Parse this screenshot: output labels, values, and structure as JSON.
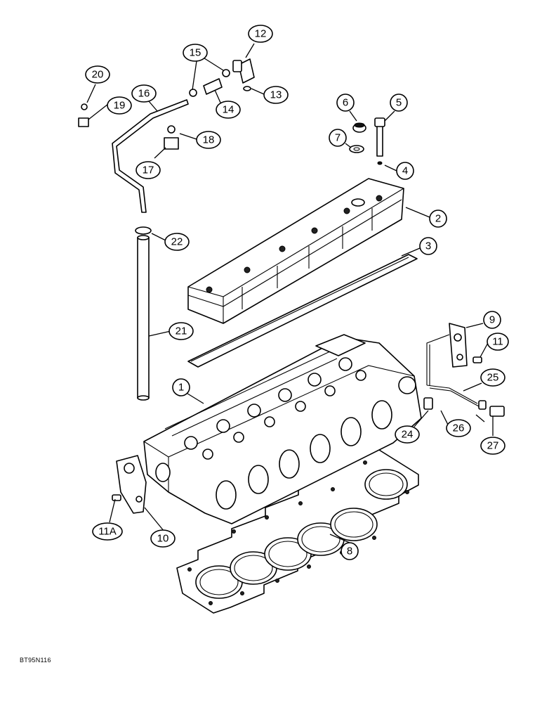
{
  "drawing_code": "BT95N116",
  "callouts": [
    "1",
    "2",
    "3",
    "4",
    "5",
    "6",
    "7",
    "8",
    "9",
    "10",
    "11",
    "11A",
    "12",
    "13",
    "14",
    "15",
    "16",
    "17",
    "18",
    "19",
    "20",
    "21",
    "22",
    "24",
    "25",
    "26",
    "27"
  ]
}
